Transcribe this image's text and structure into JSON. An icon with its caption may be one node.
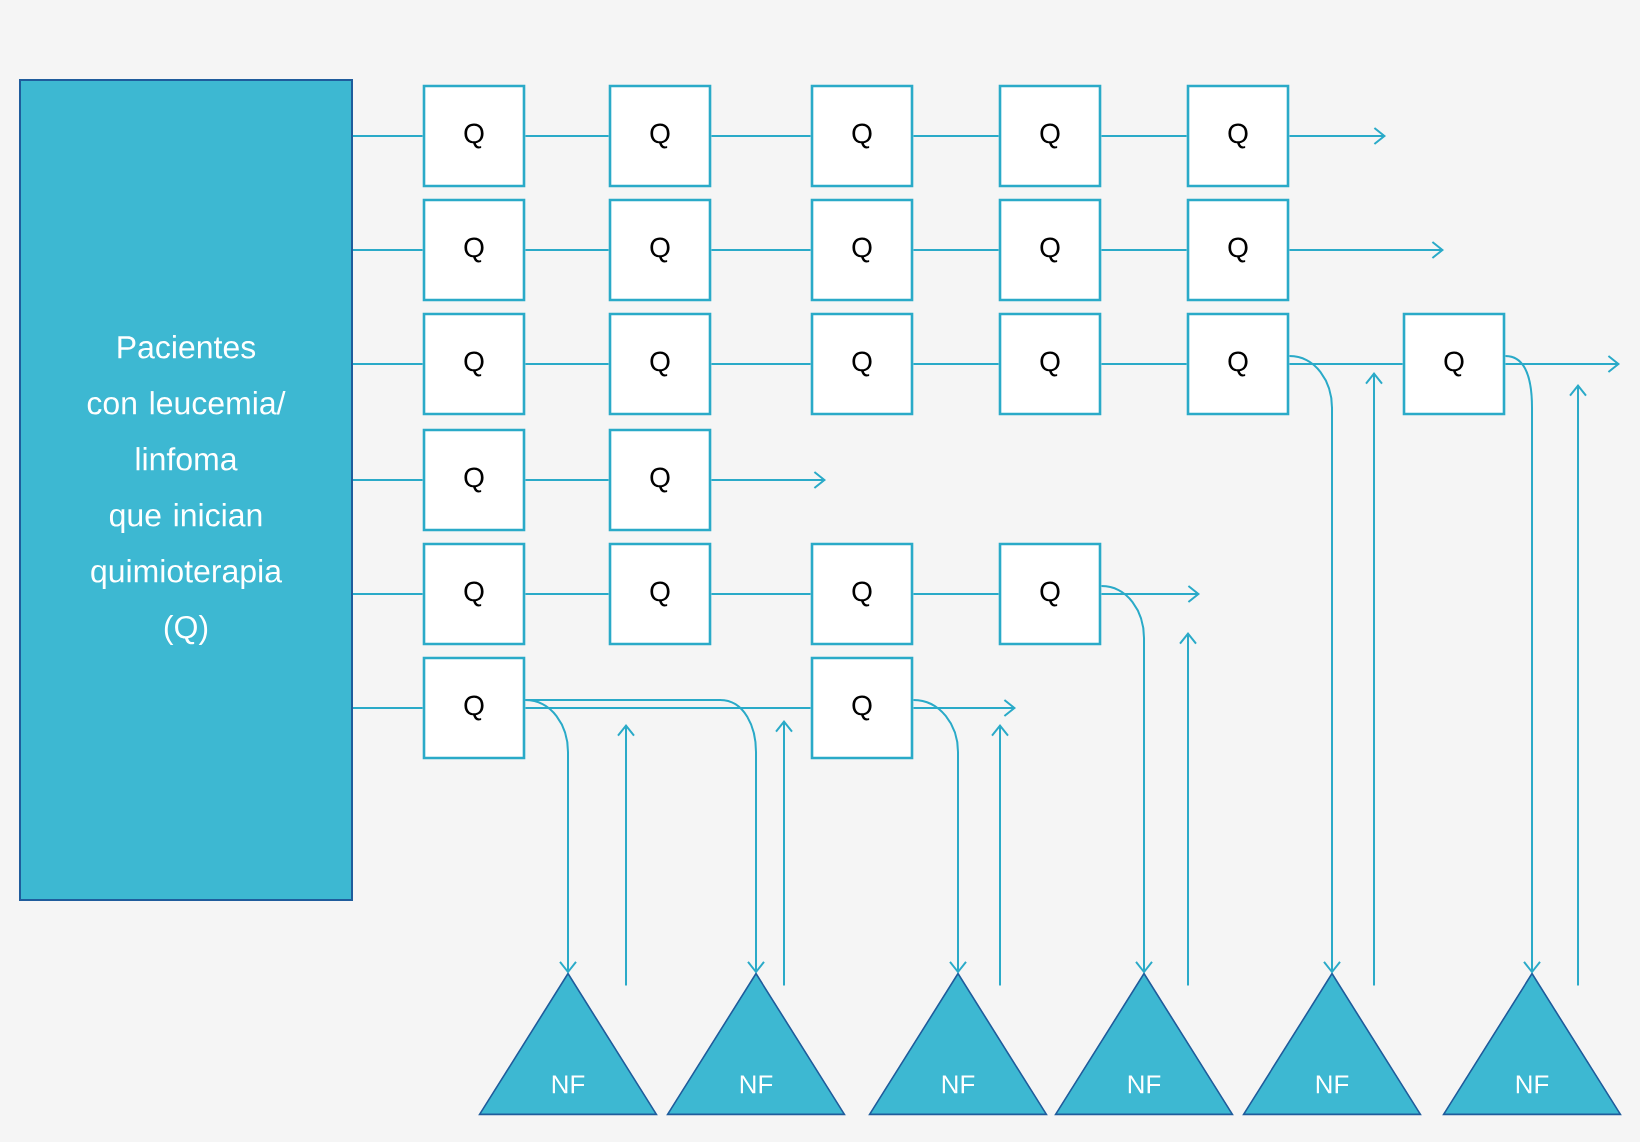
{
  "diagram": {
    "nodes": [
      {
        "text": [
          "Pacientes con leucemia/ linfoma que inician quimioterapia (Q)"
        ]
      },
      {
        "text": [
          "Q"
        ]
      },
      {
        "text": [
          "Q"
        ]
      },
      {
        "text": [
          "Q"
        ]
      },
      {
        "text": [
          "Q"
        ]
      },
      {
        "text": [
          "Q"
        ]
      },
      {
        "text": [
          "Q"
        ]
      },
      {
        "text": [
          "Q"
        ]
      },
      {
        "text": [
          "Q"
        ]
      },
      {
        "text": [
          "Q"
        ]
      },
      {
        "text": [
          "Q"
        ]
      },
      {
        "text": [
          "Q"
        ]
      },
      {
        "text": [
          "Q"
        ]
      },
      {
        "text": [
          "Q"
        ]
      },
      {
        "text": [
          "Q"
        ]
      },
      {
        "text": [
          "Q"
        ]
      },
      {
        "text": [
          "Q"
        ]
      },
      {
        "text": [
          "Q"
        ]
      },
      {
        "text": [
          "Q"
        ]
      },
      {
        "text": [
          "Q"
        ]
      },
      {
        "text": [
          "Q"
        ]
      },
      {
        "text": [
          "Q"
        ]
      },
      {
        "text": [
          "Q"
        ]
      },
      {
        "text": [
          "Q"
        ]
      },
      {
        "text": [
          "Q"
        ]
      },
      {
        "text": [
          "NF"
        ]
      },
      {
        "text": [
          "NF"
        ]
      },
      {
        "text": [
          "NF"
        ]
      },
      {
        "text": [
          "NF"
        ]
      },
      {
        "text": [
          "NF"
        ]
      },
      {
        "text": [
          "NF"
        ]
      }
    ],
    "edges": [
      {
        "from": 0,
        "to": 1,
        "arrow": "none"
      },
      {
        "from": 1,
        "to": 2,
        "arrow": "none"
      },
      {
        "from": 2,
        "to": 3,
        "arrow": "none"
      },
      {
        "from": 3,
        "to": 4,
        "arrow": "none"
      },
      {
        "from": 4,
        "to": 5,
        "arrow": "none"
      },
      {
        "from": 5,
        "to": null,
        "arrow": "to"
      },
      {
        "from": 0,
        "to": 6,
        "arrow": "none"
      },
      {
        "from": 6,
        "to": 7,
        "arrow": "none"
      },
      {
        "from": 7,
        "to": 8,
        "arrow": "none"
      },
      {
        "from": 8,
        "to": 9,
        "arrow": "none"
      },
      {
        "from": 9,
        "to": 10,
        "arrow": "none"
      },
      {
        "from": 10,
        "to": null,
        "arrow": "to"
      },
      {
        "from": 0,
        "to": 11,
        "arrow": "none"
      },
      {
        "from": 11,
        "to": 12,
        "arrow": "none"
      },
      {
        "from": 12,
        "to": 13,
        "arrow": "none"
      },
      {
        "from": 13,
        "to": 14,
        "arrow": "none"
      },
      {
        "from": 14,
        "to": 15,
        "arrow": "none"
      },
      {
        "from": 15,
        "to": 16,
        "arrow": "none"
      },
      {
        "from": 16,
        "to": null,
        "arrow": "to"
      },
      {
        "from": 0,
        "to": 17,
        "arrow": "none"
      },
      {
        "from": 17,
        "to": 18,
        "arrow": "none"
      },
      {
        "from": 18,
        "to": null,
        "arrow": "to"
      },
      {
        "from": 0,
        "to": 19,
        "arrow": "none"
      },
      {
        "from": 19,
        "to": 20,
        "arrow": "none"
      },
      {
        "from": 20,
        "to": 21,
        "arrow": "none"
      },
      {
        "from": 21,
        "to": 22,
        "arrow": "none"
      },
      {
        "from": 22,
        "to": null,
        "arrow": "to"
      },
      {
        "from": 0,
        "to": 23,
        "arrow": "none"
      },
      {
        "from": 23,
        "to": 24,
        "arrow": "none"
      },
      {
        "from": 24,
        "to": null,
        "arrow": "to"
      },
      {
        "from": 23,
        "to": 25,
        "arrow": "to"
      },
      {
        "from": 25,
        "to": null,
        "arrow": "to"
      },
      {
        "from": 23,
        "to": 26,
        "arrow": "to"
      },
      {
        "from": 26,
        "to": 24,
        "arrow": "to"
      },
      {
        "from": 24,
        "to": 27,
        "arrow": "to"
      },
      {
        "from": 27,
        "to": null,
        "arrow": "to"
      },
      {
        "from": 22,
        "to": 28,
        "arrow": "to"
      },
      {
        "from": 28,
        "to": null,
        "arrow": "to"
      },
      {
        "from": 15,
        "to": 29,
        "arrow": "to"
      },
      {
        "from": 29,
        "to": 16,
        "arrow": "to"
      },
      {
        "from": 16,
        "to": 30,
        "arrow": "to"
      },
      {
        "from": 30,
        "to": null,
        "arrow": "to"
      }
    ]
  }
}
